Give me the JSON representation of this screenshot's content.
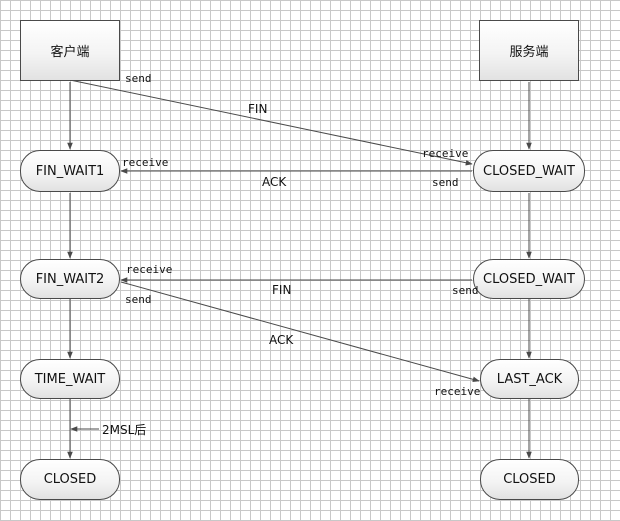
{
  "actors": {
    "client": "客户端",
    "server": "服务端"
  },
  "client_states": [
    "FIN_WAIT1",
    "FIN_WAIT2",
    "TIME_WAIT",
    "CLOSED"
  ],
  "server_states": [
    "CLOSED_WAIT",
    "CLOSED_WAIT",
    "LAST_ACK",
    "CLOSED"
  ],
  "messages": {
    "fin1": "FIN",
    "ack1": "ACK",
    "fin2": "FIN",
    "ack2": "ACK"
  },
  "annotations": {
    "send": "send",
    "receive": "receive",
    "wait": "2MSL后"
  },
  "colors": {
    "line": "#4a4a4a",
    "grid": "#c8c8c8"
  }
}
